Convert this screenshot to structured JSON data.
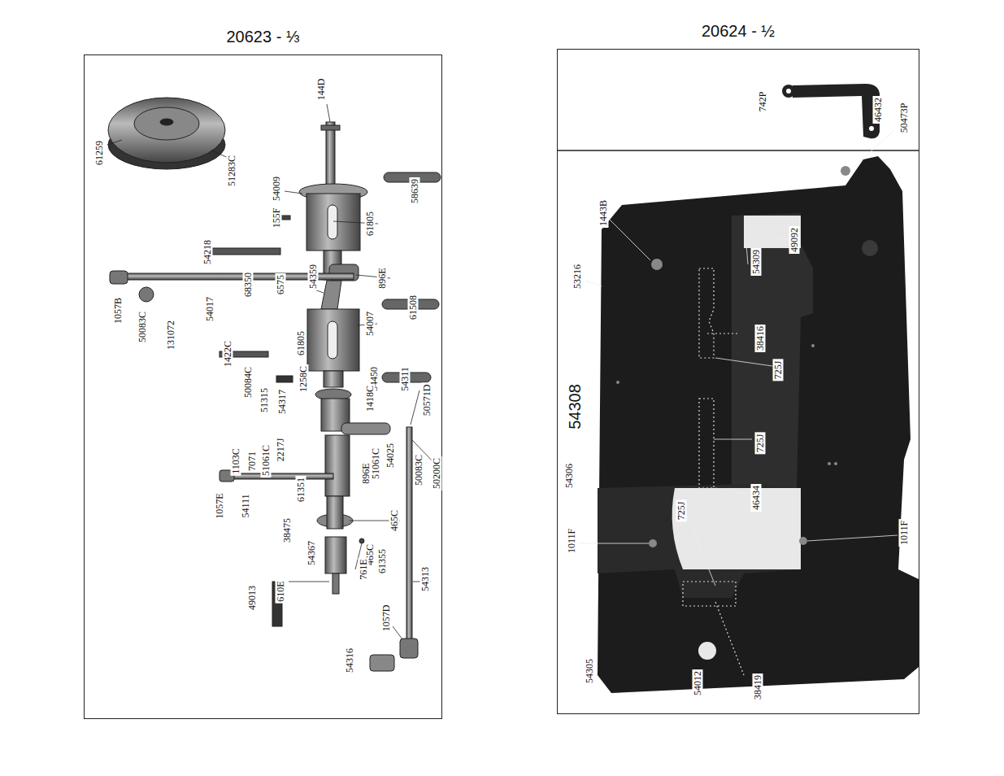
{
  "diagram": {
    "nodes": [
      {
        "text": [
          "20623 - ⅓"
        ]
      },
      {
        "text": [
          "20624 - ½"
        ]
      }
    ],
    "labels": [
      "61259",
      "51283C",
      "144D",
      "54009",
      "58639",
      "61805",
      "155F",
      "54218",
      "68350",
      "6575",
      "896E",
      "1057B",
      "50083C",
      "131072",
      "54017",
      "54359",
      "54007",
      "61508",
      "1422C",
      "61805",
      "50084C",
      "1258C",
      "54450",
      "54311",
      "1418C",
      "51315",
      "54317",
      "50571D",
      "2217J",
      "1103C",
      "7071",
      "51061C",
      "51061C",
      "54025",
      "896E",
      "50083C",
      "50200C",
      "1057E",
      "54111",
      "61351",
      "38475",
      "465C",
      "54367",
      "465C",
      "61355",
      "761E",
      "610E",
      "49013",
      "54313",
      "1057D",
      "54316",
      "742P",
      "46432",
      "50473P",
      "1443B",
      "53216",
      "54309",
      "49092",
      "38416",
      "725J",
      "54308",
      "725J",
      "54306",
      "46434",
      "725J",
      "1011F",
      "1011F",
      "54305",
      "54012",
      "38419"
    ]
  }
}
